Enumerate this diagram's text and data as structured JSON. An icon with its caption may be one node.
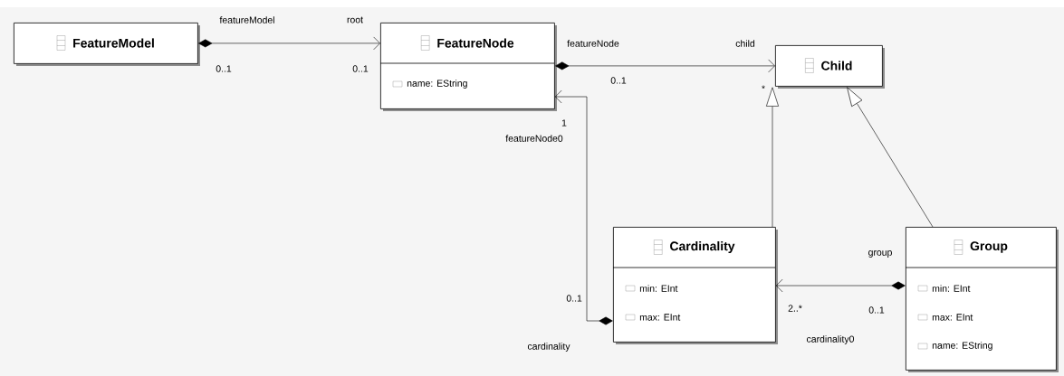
{
  "diagram": {
    "nodes": [
      {
        "text": [
          "FeatureModel"
        ]
      },
      {
        "text": [
          "FeatureNode",
          "name: EString"
        ]
      },
      {
        "text": [
          "Child"
        ]
      },
      {
        "text": [
          "Cardinality",
          "min: EInt",
          "max: EInt"
        ]
      },
      {
        "text": [
          "Group",
          "min: EInt",
          "max: EInt",
          "name: EString"
        ]
      }
    ],
    "edges": [
      {
        "from": 0,
        "to": 1,
        "arrow": "to"
      },
      {
        "from": 1,
        "to": 2,
        "arrow": "to"
      },
      {
        "from": 3,
        "to": 1,
        "arrow": "to"
      },
      {
        "from": 3,
        "to": 2,
        "arrow": "to"
      },
      {
        "from": 4,
        "to": 2,
        "arrow": "to"
      },
      {
        "from": 4,
        "to": 3,
        "arrow": "to"
      }
    ],
    "labels": [
      "featureModel",
      "root",
      "0..1",
      "0..1",
      "featureNode",
      "child",
      "0..1",
      "*",
      "1",
      "featureNode0",
      "group",
      "2..*",
      "0..1",
      "0..1",
      "cardinality",
      "cardinality0"
    ]
  }
}
